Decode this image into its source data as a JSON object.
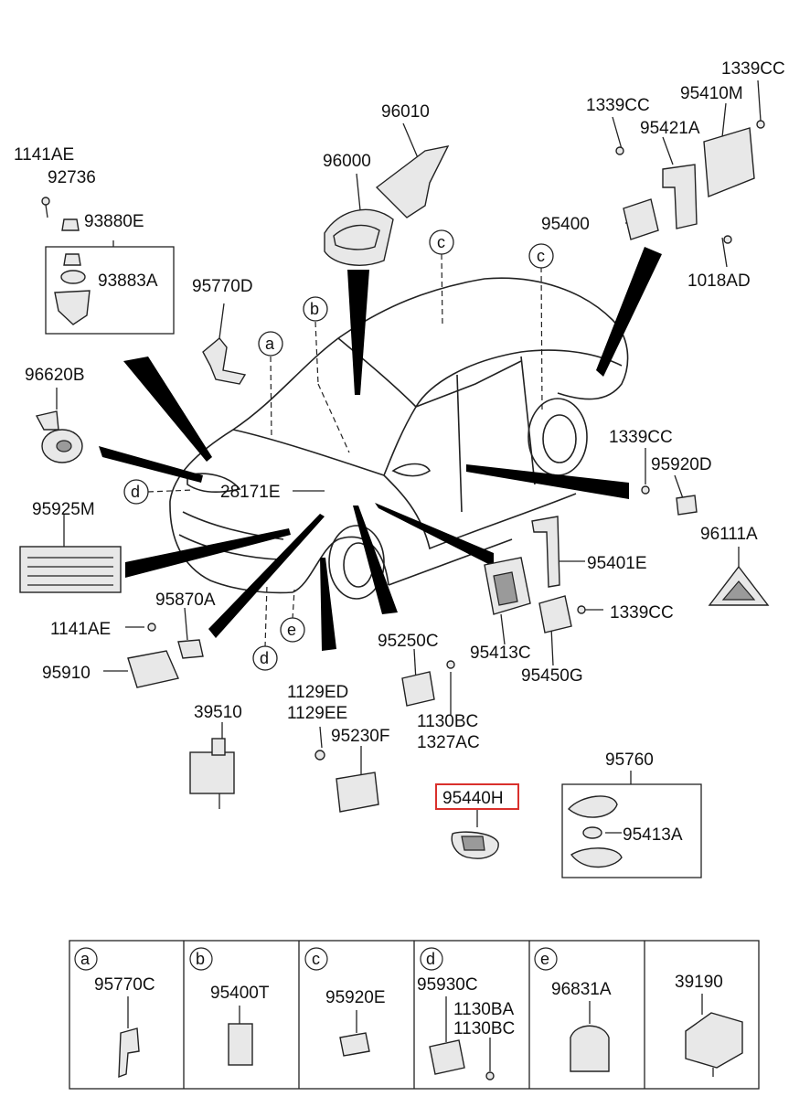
{
  "callouts": {
    "p1141AE_top": "1141AE",
    "p92736": "92736",
    "p93880E": "93880E",
    "p93883A": "93883A",
    "p96010": "96010",
    "p96000": "96000",
    "p1339CC_a": "1339CC",
    "p95410M": "95410M",
    "p1339CC_b": "1339CC",
    "p95421A": "95421A",
    "p95400": "95400",
    "p1018AD": "1018AD",
    "p95770D": "95770D",
    "p96620B": "96620B",
    "p28171E": "28171E",
    "p1339CC_c": "1339CC",
    "p95920D": "95920D",
    "p95925M": "95925M",
    "p96111A": "96111A",
    "p95401E": "95401E",
    "p95870A": "95870A",
    "p1339CC_d": "1339CC",
    "p1141AE_mid": "1141AE",
    "p95250C": "95250C",
    "p95413C": "95413C",
    "p95450G": "95450G",
    "p95910": "95910",
    "p39510": "39510",
    "p1129ED": "1129ED",
    "p1129EE": "1129EE",
    "p95230F": "95230F",
    "p1130BC": "1130BC",
    "p1327AC": "1327AC",
    "p95760": "95760",
    "p95440H": "95440H",
    "p95413A": "95413A"
  },
  "circle_refs": {
    "a": "a",
    "b": "b",
    "c1": "c",
    "c2": "c",
    "d1": "d",
    "d2": "d",
    "e": "e"
  },
  "highlight_color": "#d9302c",
  "table": [
    {
      "letter": "a",
      "parts": [
        "95770C"
      ]
    },
    {
      "letter": "b",
      "parts": [
        "95400T"
      ]
    },
    {
      "letter": "c",
      "parts": [
        "95920E"
      ]
    },
    {
      "letter": "d",
      "parts": [
        "95930C",
        "1130BA",
        "1130BC"
      ]
    },
    {
      "letter": "e",
      "parts": [
        "96831A"
      ]
    },
    {
      "letter": "",
      "parts": [
        "39190"
      ]
    }
  ]
}
